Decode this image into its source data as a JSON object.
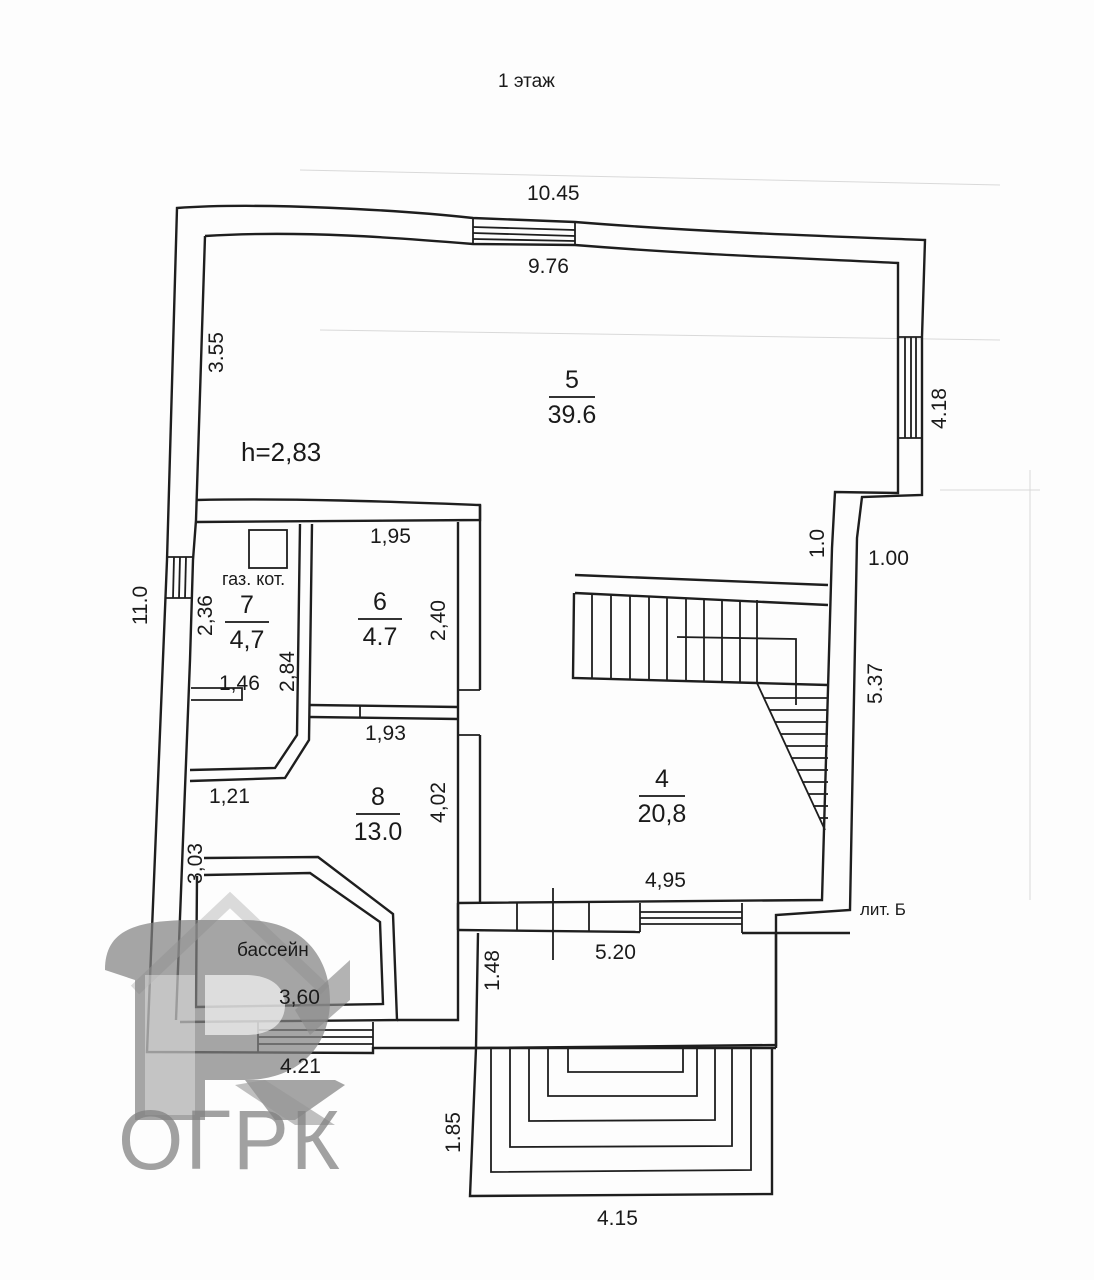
{
  "plan": {
    "title": "1 этаж",
    "ceiling_height": "h=2,83",
    "building_letter": "лит. Б",
    "colors": {
      "line": "#1e1e1e",
      "background": "#fdfdfd",
      "watermark": "#8a8a8a"
    }
  },
  "rooms": [
    {
      "number": "5",
      "area": "39.6"
    },
    {
      "number": "4",
      "area": "20,8"
    },
    {
      "number": "6",
      "area": "4.7"
    },
    {
      "number": "7",
      "area": "4,7",
      "note": "газ. кот."
    },
    {
      "number": "8",
      "area": "13.0"
    }
  ],
  "fixtures": {
    "pool": "бассейн"
  },
  "dimensions": {
    "top_outer": "10.45",
    "top_inner": "9.76",
    "left_upper": "3.55",
    "left_total": "11.0",
    "right_upper": "4.18",
    "right_step_v": "1.0",
    "right_step_h": "1.00",
    "right_lower": "5.37",
    "room6_top": "1,95",
    "room6_right": "2,40",
    "room6_bottom": "1,93",
    "room7_left": "2,36",
    "room7_right": "2,84",
    "room7_ledge": "1,46",
    "room7_bottom": "1,21",
    "room8_right": "4,02",
    "pool_left": "3,03",
    "pool_bottom": "3,60",
    "bottom_left": "4.21",
    "room4_bottom": "4,95",
    "porch_top": "5.20",
    "porch_left": "1.48",
    "steps_left": "1.85",
    "steps_bottom": "4.15"
  },
  "watermark": {
    "text": "ОГРК",
    "logo": "house-r-logo"
  }
}
